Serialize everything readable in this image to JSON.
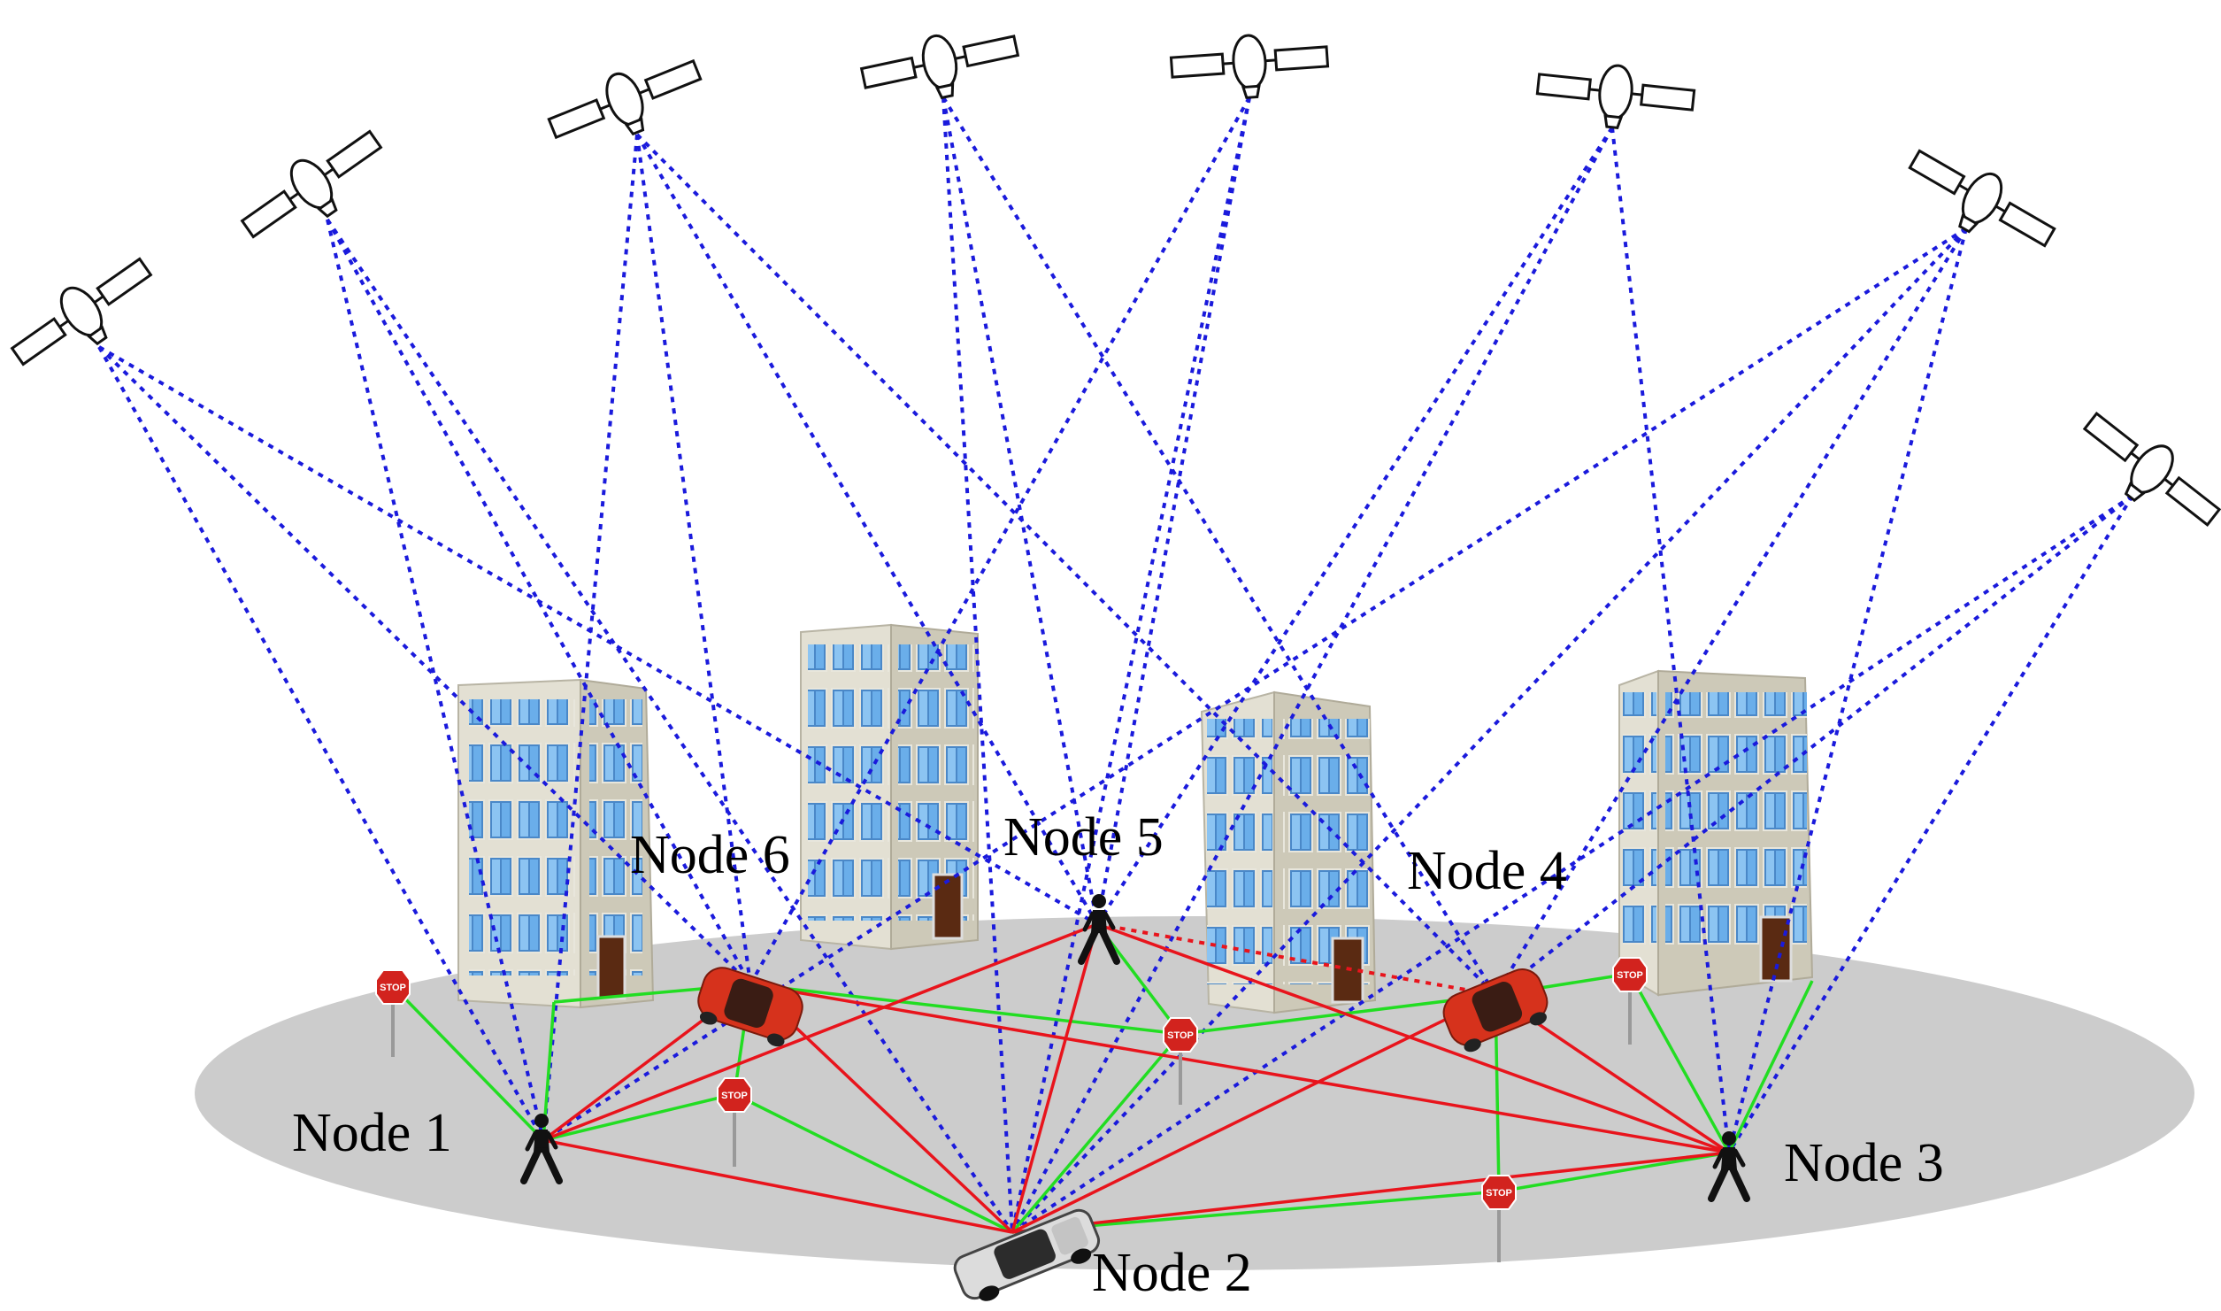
{
  "colors": {
    "satellite_link": "#1a1adc",
    "range_link": "#e8141c",
    "range_link_dashed": "#e8141c",
    "landmark_link": "#22dd22",
    "ground": "#cccccc",
    "building_wall": "#e2dfd2",
    "building_window": "#5fa8e6",
    "car_red": "#d6321c",
    "car_silver": "#d8d8d8"
  },
  "nodes": [
    {
      "id": "node1",
      "label": "Node 1",
      "kind": "pedestrian"
    },
    {
      "id": "node2",
      "label": "Node 2",
      "kind": "car-silver"
    },
    {
      "id": "node3",
      "label": "Node 3",
      "kind": "pedestrian"
    },
    {
      "id": "node4",
      "label": "Node 4",
      "kind": "car-red"
    },
    {
      "id": "node5",
      "label": "Node 5",
      "kind": "pedestrian"
    },
    {
      "id": "node6",
      "label": "Node 6",
      "kind": "car-red"
    }
  ],
  "satellites": [
    {
      "id": "sat1",
      "icon": "satellite-icon"
    },
    {
      "id": "sat2",
      "icon": "satellite-icon"
    },
    {
      "id": "sat3",
      "icon": "satellite-icon"
    },
    {
      "id": "sat4",
      "icon": "satellite-icon"
    },
    {
      "id": "sat5",
      "icon": "satellite-icon"
    },
    {
      "id": "sat6",
      "icon": "satellite-icon"
    },
    {
      "id": "sat7",
      "icon": "satellite-icon"
    },
    {
      "id": "sat8",
      "icon": "satellite-icon"
    }
  ],
  "stop_signs": [
    {
      "id": "stop1",
      "text": "STOP"
    },
    {
      "id": "stop2",
      "text": "STOP"
    },
    {
      "id": "stop3",
      "text": "STOP"
    },
    {
      "id": "stop4",
      "text": "STOP"
    },
    {
      "id": "stop5",
      "text": "STOP"
    }
  ],
  "satellite_links": [
    [
      "sat1",
      "node1"
    ],
    [
      "sat1",
      "node6"
    ],
    [
      "sat1",
      "node5"
    ],
    [
      "sat2",
      "node1"
    ],
    [
      "sat2",
      "node6"
    ],
    [
      "sat2",
      "node2"
    ],
    [
      "sat3",
      "node1"
    ],
    [
      "sat3",
      "node6"
    ],
    [
      "sat3",
      "node5"
    ],
    [
      "sat3",
      "node4"
    ],
    [
      "sat4",
      "node2"
    ],
    [
      "sat4",
      "node5"
    ],
    [
      "sat4",
      "node4"
    ],
    [
      "sat5",
      "node6"
    ],
    [
      "sat5",
      "node2"
    ],
    [
      "sat5",
      "node5"
    ],
    [
      "sat6",
      "node5"
    ],
    [
      "sat6",
      "node2"
    ],
    [
      "sat6",
      "node3"
    ],
    [
      "sat7",
      "node1"
    ],
    [
      "sat7",
      "node2"
    ],
    [
      "sat7",
      "node3"
    ],
    [
      "sat7",
      "node4"
    ],
    [
      "sat8",
      "node2"
    ],
    [
      "sat8",
      "node4"
    ],
    [
      "sat8",
      "node3"
    ]
  ],
  "range_links": [
    [
      "node1",
      "node6"
    ],
    [
      "node1",
      "node5"
    ],
    [
      "node1",
      "node2"
    ],
    [
      "node6",
      "node2"
    ],
    [
      "node6",
      "node3"
    ],
    [
      "node5",
      "node2"
    ],
    [
      "node5",
      "node3"
    ],
    [
      "node2",
      "node4"
    ],
    [
      "node2",
      "node3"
    ],
    [
      "node4",
      "node3"
    ]
  ],
  "range_links_dashed": [
    [
      "node5",
      "node4"
    ]
  ],
  "landmark_links": [
    [
      "node1",
      "stop1"
    ],
    [
      "node1",
      "bldg1"
    ],
    [
      "node1",
      "stop2"
    ],
    [
      "node6",
      "bldg1"
    ],
    [
      "node6",
      "stop3"
    ],
    [
      "node6",
      "stop2"
    ],
    [
      "node5",
      "stop3"
    ],
    [
      "node2",
      "stop2"
    ],
    [
      "node2",
      "stop3"
    ],
    [
      "node2",
      "stop4"
    ],
    [
      "node4",
      "stop3"
    ],
    [
      "node4",
      "stop5"
    ],
    [
      "node4",
      "stop4"
    ],
    [
      "node3",
      "stop4"
    ],
    [
      "node3",
      "stop5"
    ],
    [
      "node3",
      "bldg4"
    ]
  ]
}
